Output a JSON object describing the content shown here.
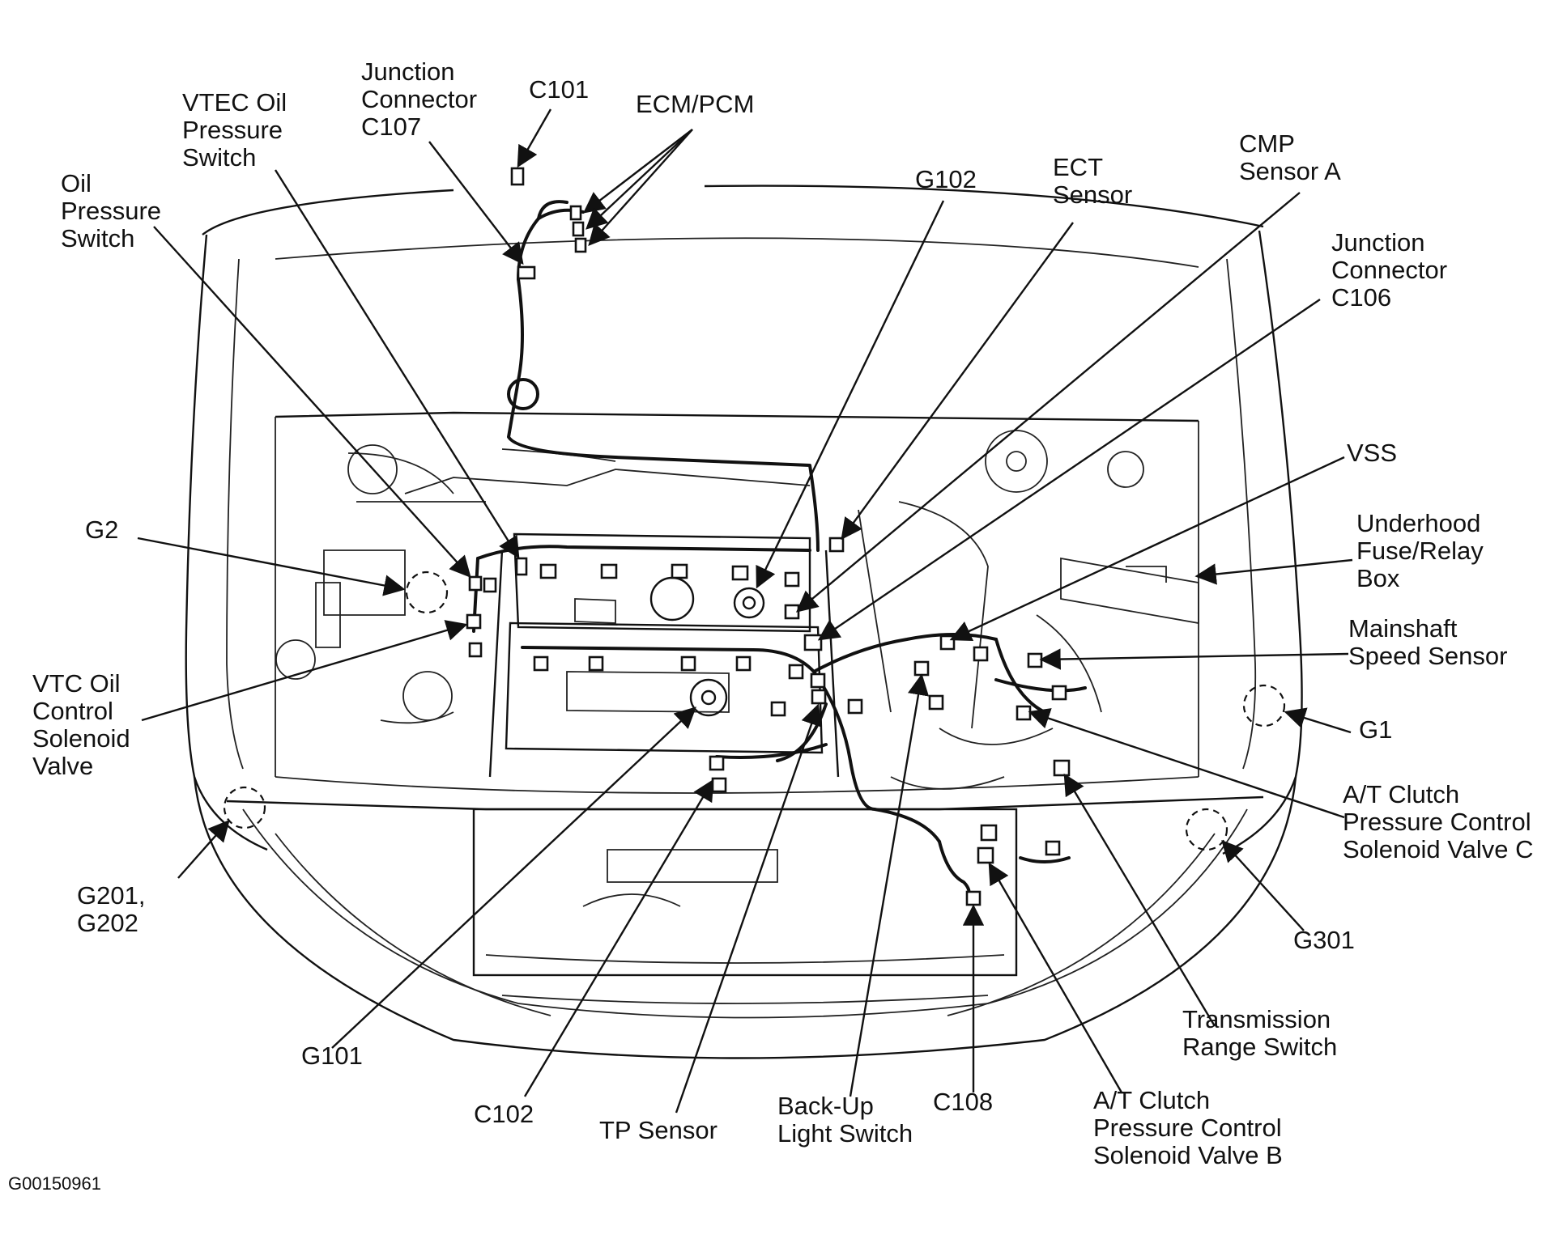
{
  "title": "",
  "image_code": "G00150961",
  "labels": {
    "oil_pressure_switch": "Oil\nPressure\nSwitch",
    "vtec_oil_pressure_switch": "VTEC Oil\nPressure\nSwitch",
    "junction_connector_c107": "Junction\nConnector\nC107",
    "c101": "C101",
    "ecm_pcm": "ECM/PCM",
    "g102": "G102",
    "ect_sensor": "ECT\nSensor",
    "cmp_sensor_a": "CMP\nSensor A",
    "junction_connector_c106": "Junction\nConnector\nC106",
    "vss": "VSS",
    "underhood_fuse_relay_box": "Underhood\nFuse/Relay\nBox",
    "mainshaft_speed_sensor": "Mainshaft\nSpeed Sensor",
    "g1": "G1",
    "at_clutch_valve_c": "A/T Clutch\nPressure Control\nSolenoid Valve C",
    "g301": "G301",
    "transmission_range_switch": "Transmission\nRange Switch",
    "at_clutch_valve_b": "A/T Clutch\nPressure Control\nSolenoid Valve B",
    "c108": "C108",
    "back_up_light_switch": "Back-Up\nLight Switch",
    "tp_sensor": "TP Sensor",
    "c102": "C102",
    "g101": "G101",
    "g201_g202": "G201,\nG202",
    "vtc_oil_control_solenoid_valve": "VTC Oil\nControl\nSolenoid\nValve",
    "g2": "G2"
  },
  "colors": {
    "ink": "#111111",
    "background": "#ffffff"
  }
}
